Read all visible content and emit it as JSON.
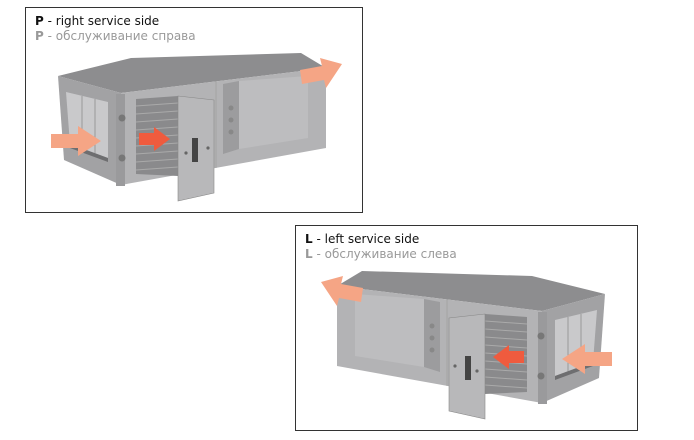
{
  "panels": [
    {
      "letter": "P",
      "label_en": "- right service side",
      "label_ru": "- обслуживание справа",
      "orientation": "right"
    },
    {
      "letter": "L",
      "label_en": "- left service side",
      "label_ru": "- обслуживание слева",
      "orientation": "left"
    }
  ],
  "colors": {
    "intake_arrow": "#f5a585",
    "internal_arrow": "#ef5b3e",
    "housing": "#a9a9ab",
    "top": "#8e8e90"
  }
}
